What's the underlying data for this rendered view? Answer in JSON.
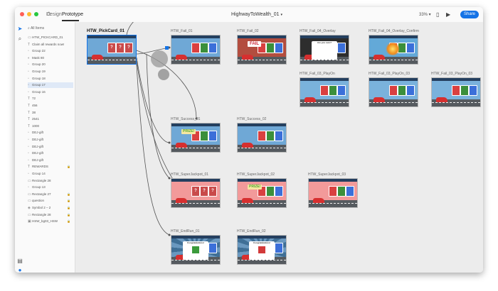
{
  "window": {
    "tabs": [
      "Design",
      "Prototype"
    ],
    "active_tab": "Prototype",
    "document_title": "HighwayToWealth_01",
    "zoom": "33%",
    "share_label": "Share"
  },
  "colors": {
    "accent": "#1473e6",
    "close": "#ff5f57",
    "minimize": "#febc2e",
    "maximize": "#28c840"
  },
  "layers": {
    "search_placeholder": "All Items",
    "items": [
      {
        "label": "HTW_PICKCARD_01",
        "icon": "artboard-icon"
      },
      {
        "label": "Claim all rewards now!",
        "icon": "text-icon"
      },
      {
        "label": "Group 22",
        "icon": "folder-icon"
      },
      {
        "label": "Mask 80",
        "icon": "mask-icon"
      },
      {
        "label": "Group 20",
        "icon": "folder-icon"
      },
      {
        "label": "Group 19",
        "icon": "folder-icon"
      },
      {
        "label": "Group 18",
        "icon": "folder-icon"
      },
      {
        "label": "Group 17",
        "icon": "folder-icon",
        "selected": true
      },
      {
        "label": "Group 16",
        "icon": "folder-icon"
      },
      {
        "label": "72",
        "icon": "text-icon"
      },
      {
        "label": "456",
        "icon": "text-icon"
      },
      {
        "label": "38",
        "icon": "text-icon"
      },
      {
        "label": "2541",
        "icon": "text-icon"
      },
      {
        "label": "1000",
        "icon": "text-icon"
      },
      {
        "label": "DEJ-gift",
        "icon": "folder-icon"
      },
      {
        "label": "DEJ-gift",
        "icon": "folder-icon"
      },
      {
        "label": "DEJ-gift",
        "icon": "folder-icon"
      },
      {
        "label": "DEJ-gift",
        "icon": "folder-icon"
      },
      {
        "label": "DEJ-gift",
        "icon": "folder-icon"
      },
      {
        "label": "REWARDS",
        "icon": "text-icon",
        "locked": true
      },
      {
        "label": "Group 14",
        "icon": "folder-icon"
      },
      {
        "label": "Rectangle 28",
        "icon": "rectangle-icon"
      },
      {
        "label": "Group 13",
        "icon": "folder-icon"
      },
      {
        "label": "Rectangle 27",
        "icon": "rectangle-icon",
        "locked": true
      },
      {
        "label": "question",
        "icon": "rectangle-icon",
        "locked": true
      },
      {
        "label": "Symbol 2 – 2",
        "icon": "symbol-icon",
        "locked": true
      },
      {
        "label": "Rectangle 28",
        "icon": "rectangle-icon",
        "locked": true
      },
      {
        "label": "HSW_bg03_HSW",
        "icon": "image-icon",
        "locked": true
      }
    ]
  },
  "artboards": [
    {
      "id": "a1",
      "label": "HTW_PickCard_01",
      "selected": true
    },
    {
      "id": "a2",
      "label": "HTW_Fail_01"
    },
    {
      "id": "a3",
      "label": "HTW_Fail_02",
      "banner": "FAIL"
    },
    {
      "id": "a4",
      "label": "HTW_Fail_04_Overlay",
      "dialog": "Are you sure?"
    },
    {
      "id": "a5",
      "label": "HTW_Fail_04_Overlay_Confirm"
    },
    {
      "id": "a6",
      "label": "HTW_Fail_03_PlayOn"
    },
    {
      "id": "a7",
      "label": "HTW_Fail_03_PlayOn_03"
    },
    {
      "id": "a8",
      "label": "HTW_Fail_03_PlayOn_03"
    },
    {
      "id": "a9",
      "label": "HTW_Success_01",
      "prize": "PRIZE!"
    },
    {
      "id": "a10",
      "label": "HTW_Success_02"
    },
    {
      "id": "a11",
      "label": "HTW_SuperJackpot_01"
    },
    {
      "id": "a12",
      "label": "HTW_SuperJackpot_02",
      "prize": "PRIZE!"
    },
    {
      "id": "a13",
      "label": "HTW_SuperJackpot_03"
    },
    {
      "id": "a14",
      "label": "HTW_EndRun_01",
      "dialog": "Congratulations!"
    },
    {
      "id": "a15",
      "label": "HTW_EndRun_02",
      "dialog": "Congratulations!"
    }
  ]
}
